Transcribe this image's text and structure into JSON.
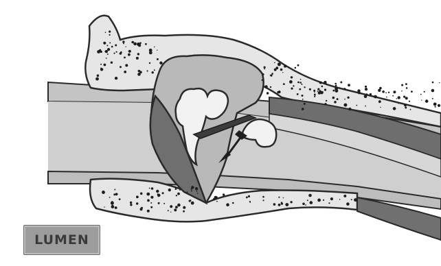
{
  "logo": {
    "text": "LUMEN"
  },
  "colors": {
    "background": "#ffffff",
    "bone": "#e6e6e6",
    "canal_skin": "#bdbdbd",
    "canal_air": "#cfcfcf",
    "cavity": "#b9b9b9",
    "eardrum": "#6f6f6f",
    "ossicles": "#f2f2f2",
    "outline": "#2a2a2a",
    "tube_dark": "#6e6e6e",
    "dots": "#1e1e1e"
  },
  "icons": [
    "ear-canal-illustration",
    "eardrum",
    "ossicles",
    "ventilation-tube",
    "arrow-icon"
  ]
}
